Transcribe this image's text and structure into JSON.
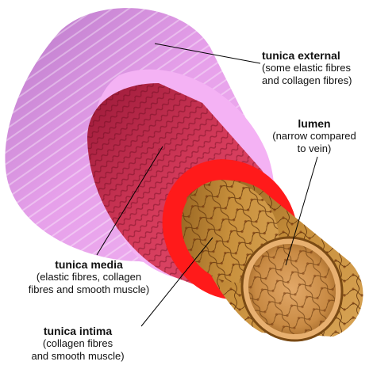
{
  "diagram": {
    "labels": {
      "tunica_external": {
        "title": "tunica external",
        "desc": "(some elastic fibres\nand collagen fibres)"
      },
      "lumen": {
        "title": "lumen",
        "desc": "(narrow compared\nto vein)"
      },
      "tunica_media": {
        "title": "tunica media",
        "desc": "(elastic fibres, collagen\nfibres and smooth muscle)"
      },
      "tunica_intima": {
        "title": "tunica intima",
        "desc": "(collagen fibres\nand smooth muscle)"
      }
    },
    "colors": {
      "external_light": "#f2a8f2",
      "external_dark": "#a868b8",
      "media_red": "#c8284a",
      "media_dark": "#8c1030",
      "media_ring": "#ff1a1a",
      "intima": "#c8903c",
      "intima_dark": "#7a4a14"
    }
  }
}
